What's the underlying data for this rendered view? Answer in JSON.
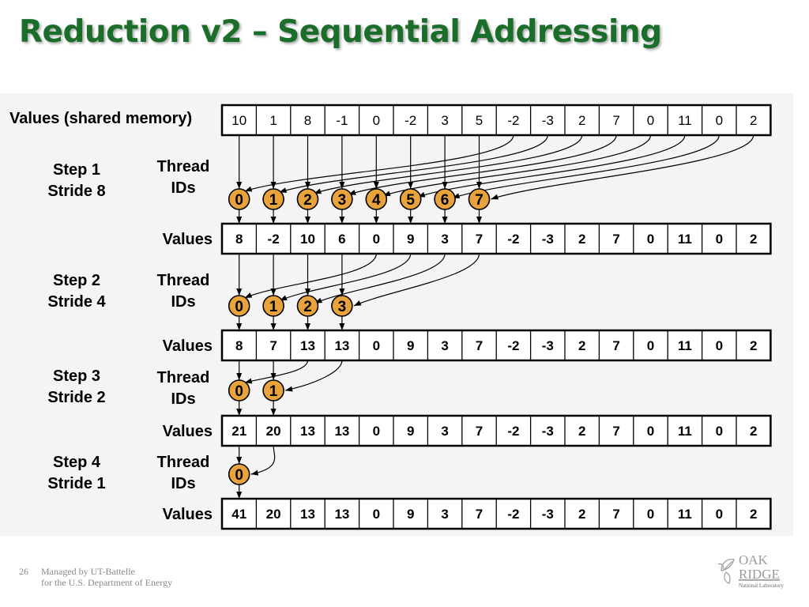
{
  "title": "Reduction v2 – Sequential Addressing",
  "diagram": {
    "top_row_label": "Values (shared memory)",
    "values_label": "Values",
    "thread_label_line1": "Thread",
    "thread_label_line2": "IDs",
    "initial_values": [
      "10",
      "1",
      "8",
      "-1",
      "0",
      "-2",
      "3",
      "5",
      "-2",
      "-3",
      "2",
      "7",
      "0",
      "11",
      "0",
      "2"
    ],
    "steps": [
      {
        "step_label": "Step 1",
        "stride_label": "Stride 8",
        "thread_ids": [
          "0",
          "1",
          "2",
          "3",
          "4",
          "5",
          "6",
          "7"
        ],
        "values": [
          "8",
          "-2",
          "10",
          "6",
          "0",
          "9",
          "3",
          "7",
          "-2",
          "-3",
          "2",
          "7",
          "0",
          "11",
          "0",
          "2"
        ]
      },
      {
        "step_label": "Step 2",
        "stride_label": "Stride 4",
        "thread_ids": [
          "0",
          "1",
          "2",
          "3"
        ],
        "values": [
          "8",
          "7",
          "13",
          "13",
          "0",
          "9",
          "3",
          "7",
          "-2",
          "-3",
          "2",
          "7",
          "0",
          "11",
          "0",
          "2"
        ]
      },
      {
        "step_label": "Step 3",
        "stride_label": "Stride 2",
        "thread_ids": [
          "0",
          "1"
        ],
        "values": [
          "21",
          "20",
          "13",
          "13",
          "0",
          "9",
          "3",
          "7",
          "-2",
          "-3",
          "2",
          "7",
          "0",
          "11",
          "0",
          "2"
        ]
      },
      {
        "step_label": "Step 4",
        "stride_label": "Stride 1",
        "thread_ids": [
          "0"
        ],
        "values": [
          "41",
          "20",
          "13",
          "13",
          "0",
          "9",
          "3",
          "7",
          "-2",
          "-3",
          "2",
          "7",
          "0",
          "11",
          "0",
          "2"
        ]
      }
    ]
  },
  "colors": {
    "title_green": "#1a6e2a",
    "thread_circle": "#e8a33c",
    "panel_bg": "#f4f4f4"
  },
  "footer": {
    "page_number": "26",
    "line1": "Managed by UT-Battelle",
    "line2": "for the U.S. Department of Energy"
  },
  "logo": {
    "line1": "OAK",
    "line2": "RIDGE",
    "line3": "National Laboratory",
    "icon": "leaf-icon"
  }
}
